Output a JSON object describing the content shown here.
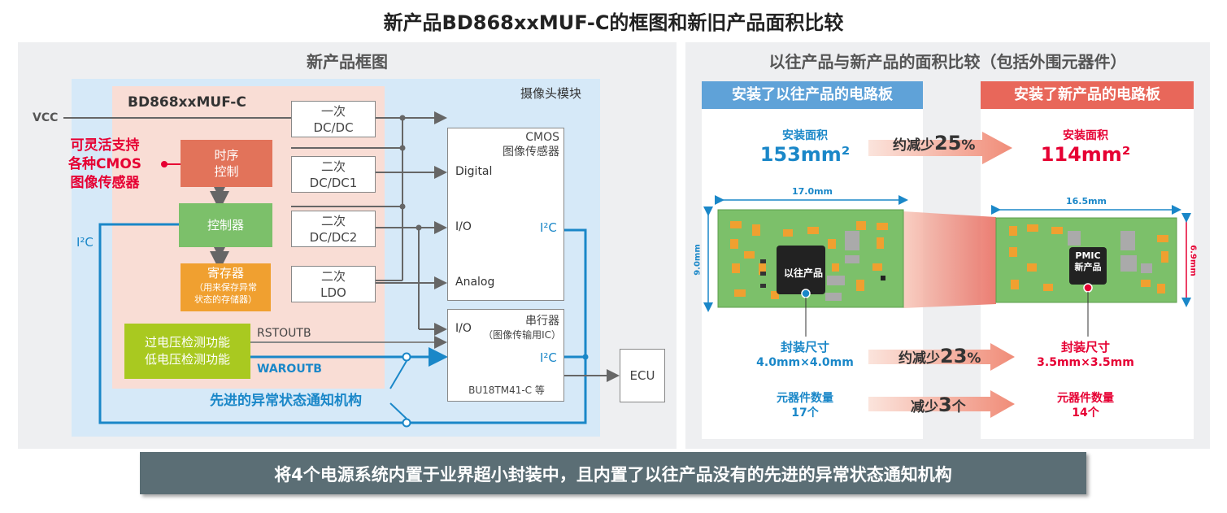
{
  "title": "新产品BD868xxMUF-C的框图和新旧产品面积比较",
  "left": {
    "title": "新产品框图",
    "camera_module": "摄像头模块",
    "ic_name": "BD868xxMUF-C",
    "vcc": "VCC",
    "flex_note": [
      "可灵活支持",
      "各种CMOS",
      "图像传感器"
    ],
    "timing": [
      "时序",
      "控制"
    ],
    "controller": "控制器",
    "register": "寄存器",
    "register_note": [
      "（用来保存异常",
      "状态的存储器）"
    ],
    "detect": [
      "过电压检测功能",
      "低电压检测功能"
    ],
    "i2c_left": "I²C",
    "dcdc1": [
      "一次",
      "DC/DC"
    ],
    "dcdc2a": [
      "二次",
      "DC/DC1"
    ],
    "dcdc2b": [
      "二次",
      "DC/DC2"
    ],
    "ldo": [
      "二次",
      "LDO"
    ],
    "cmos": [
      "CMOS",
      "图像传感器"
    ],
    "digital": "Digital",
    "io1": "I/O",
    "analog": "Analog",
    "i2c_cmos": "I²C",
    "serializer_io": "I/O",
    "serializer": "串行器",
    "serializer_note": "（图像传输用IC）",
    "serializer_i2c": "I²C",
    "serializer_part": "BU18TM41-C 等",
    "rstoutb": "RSTOUTB",
    "waroutb": "WAROUTB",
    "ecu": "ECU",
    "notify": "先进的异常状态通知机构"
  },
  "right": {
    "title": "以往产品与新产品的面积比较（包括外围元器件）",
    "old_board": "安装了以往产品的电路板",
    "new_board": "安装了新产品的电路板",
    "area_label": "安装面积",
    "old_area": "153mm²",
    "new_area": "114mm²",
    "area_reduce_prefix": "约减少",
    "area_reduce_value": "25",
    "area_reduce_unit": "%",
    "old_width": "17.0mm",
    "old_height": "9.0mm",
    "new_width": "16.5mm",
    "new_height": "6.9mm",
    "old_chip": "以往产品",
    "new_chip": [
      "PMIC",
      "新产品"
    ],
    "pkg_label": "封装尺寸",
    "old_pkg": "4.0mm×4.0mm",
    "new_pkg": "3.5mm×3.5mm",
    "pkg_reduce_prefix": "约减少",
    "pkg_reduce_value": "23",
    "pkg_reduce_unit": "%",
    "count_label": "元器件数量",
    "old_count": "17个",
    "new_count": "14个",
    "count_reduce_prefix": "减少",
    "count_reduce_value": "3",
    "count_reduce_unit": "个"
  },
  "bottom": "将4个电源系统内置于业界超小封装中，且内置了以往产品没有的先进的异常状态通知机构",
  "colors": {
    "blue": "#1a87c8",
    "red": "#e60033",
    "green": "#7cc06a",
    "orange": "#f0a030",
    "lime": "#a9c920",
    "pink": "#f9ddd5",
    "camera": "#d6e9f8",
    "board": "#7cc06a"
  }
}
